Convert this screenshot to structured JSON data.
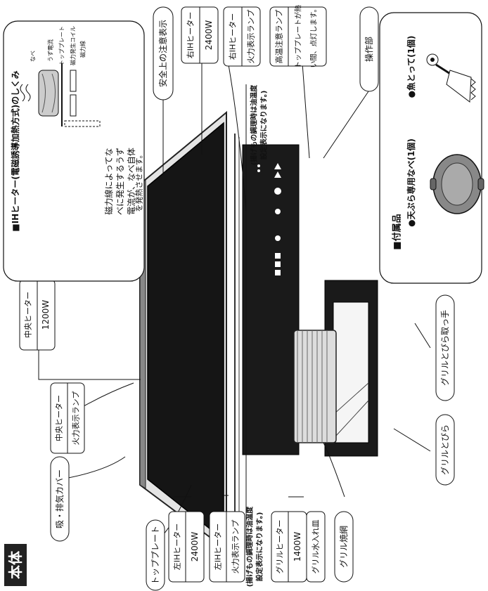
{
  "page": {
    "section_title": "本体"
  },
  "labels": {
    "intake_cover": "吸・排気カバー",
    "center_lamp": [
      "中央ヒーター",
      "火力表示ランプ"
    ],
    "center_heater": [
      "中央ヒーター",
      "1200W"
    ],
    "top_plate": "トッププレート",
    "left_heater": [
      "左IHヒーター",
      "2400W"
    ],
    "left_lamp": [
      "左IHヒーター",
      "火力表示ランプ"
    ],
    "left_note": [
      "(揚げもの調理時は油温度",
      "設定表示になります。)"
    ],
    "grill_heater": [
      "グリルヒーター",
      "1400W"
    ],
    "grill_pan": "グリル水入れ皿",
    "grill_net": "グリル焼網",
    "grill_door": "グリルとびら",
    "grill_handle": "グリルとびら取っ手",
    "safety_label": "安全上の注意表示",
    "right_heater": [
      "右IHヒーター",
      "2400W"
    ],
    "right_lamp": [
      "右IHヒーター",
      "火力表示ランプ"
    ],
    "right_note": [
      "(揚げもの調理時は油温度",
      "設定表示になります。)"
    ],
    "hightemp_lamp": [
      "高温注意ランプ",
      "トッププレートが熱",
      "い間、点灯します。"
    ],
    "control": "操作部"
  },
  "ih_box": {
    "title": "■IHヒーター(電磁誘導加熱方式)のしくみ",
    "text": [
      "磁力線によってな",
      "べに発生するうず",
      "電流が、なべ自体",
      "を発熱させます。"
    ],
    "parts": [
      "なべ",
      "うず電流",
      "トッププレート",
      "磁力発生コイル",
      "磁力線"
    ]
  },
  "accessory_box": {
    "title": "■付属品",
    "items": [
      "●天ぷら専用なべ(1個)",
      "●魚とって(1個)"
    ]
  }
}
